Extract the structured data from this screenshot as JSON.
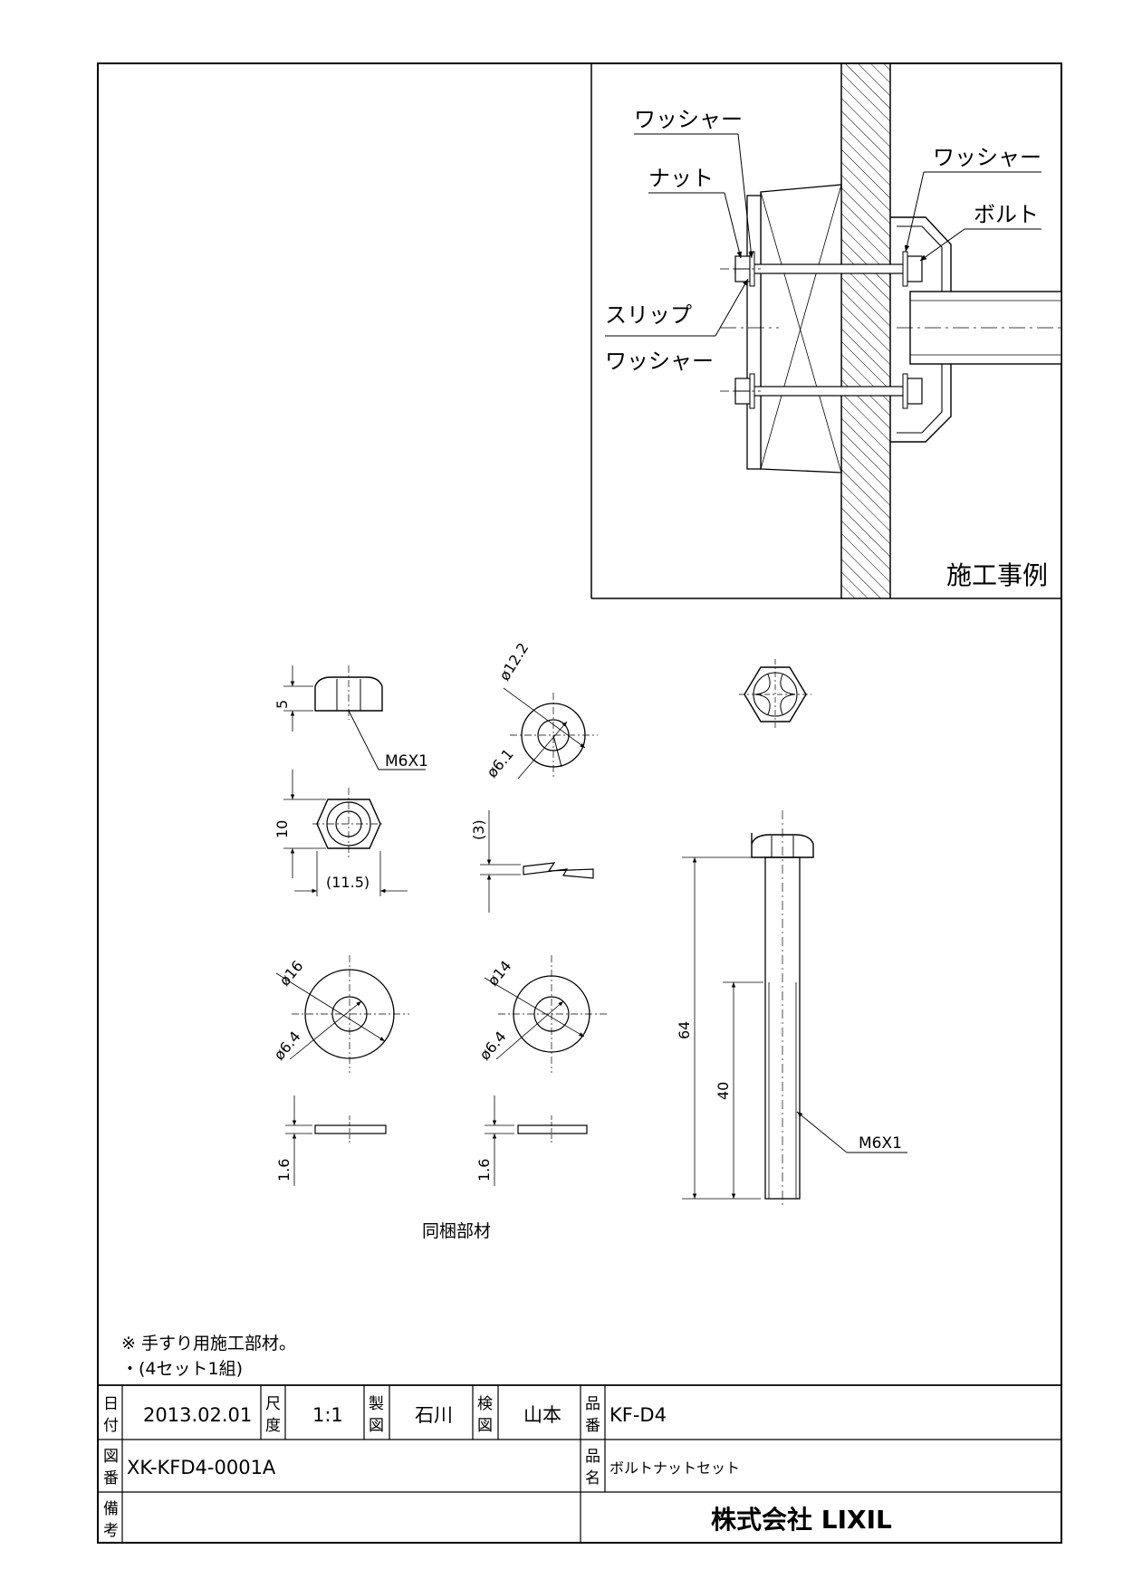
{
  "example_panel": {
    "labels": {
      "washer_left_top": "ワッシャー",
      "nut": "ナット",
      "slip": "スリップ",
      "slip_washer": "ワッシャー",
      "washer_right": "ワッシャー",
      "bolt": "ボルト"
    },
    "caption": "施工事例"
  },
  "dimensions": {
    "nut_height": "5",
    "nut_thread": "M6X1",
    "nut_height_full": "10",
    "nut_across_flats": "(11.5)",
    "slip_outer": "ø12.2",
    "slip_inner": "ø6.1",
    "slip_thickness": "(3)",
    "washer1_outer": "ø16",
    "washer1_inner": "ø6.4",
    "washer1_thickness": "1.6",
    "washer2_outer": "ø14",
    "washer2_inner": "ø6.4",
    "washer2_thickness": "1.6",
    "bolt_length": "64",
    "bolt_thread_length": "40",
    "bolt_thread": "M6X1"
  },
  "parts_caption": "同梱部材",
  "notes": [
    "※ 手すり用施工部材。",
    "・(4セット1組)"
  ],
  "title_block": {
    "date_label_1": "日",
    "date_label_2": "付",
    "date": "2013.02.01",
    "scale_label_1": "尺",
    "scale_label_2": "度",
    "scale": "1:1",
    "drawn_label_1": "製",
    "drawn_label_2": "図",
    "drawn_by": "石川",
    "checked_label_1": "検",
    "checked_label_2": "図",
    "checked_by": "山本",
    "part_no_label_1": "品",
    "part_no_label_2": "番",
    "part_no": "KF-D4",
    "drawing_no_label_1": "図",
    "drawing_no_label_2": "番",
    "drawing_no": "XK-KFD4-0001A",
    "name_label_1": "品",
    "name_label_2": "名",
    "part_name": "ボルトナットセット",
    "remarks_label_1": "備",
    "remarks_label_2": "考",
    "company": "株式会社 LIXIL"
  }
}
